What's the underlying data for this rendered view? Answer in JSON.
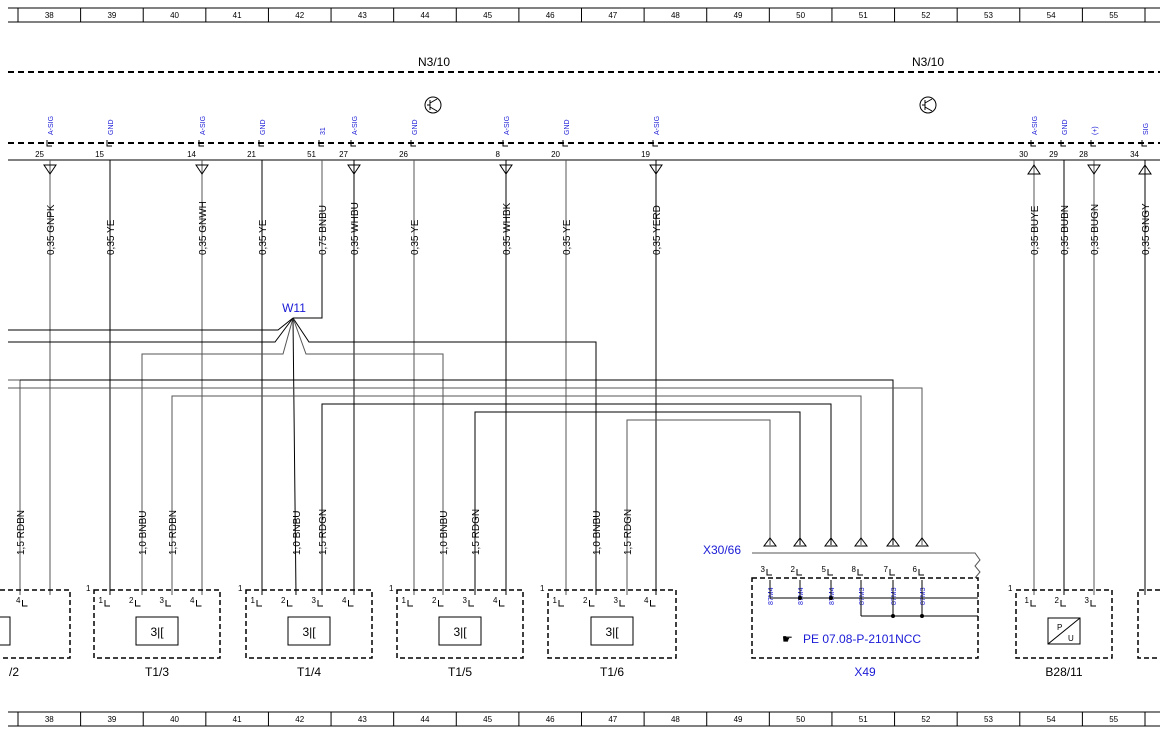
{
  "ruler": [
    "38",
    "39",
    "40",
    "41",
    "42",
    "43",
    "44",
    "45",
    "46",
    "47",
    "48",
    "49",
    "50",
    "51",
    "52",
    "53",
    "54",
    "55"
  ],
  "module_labels": [
    "N3/10",
    "N3/10"
  ],
  "top_pins": [
    {
      "sig": "A-SIG",
      "pin": "25",
      "wire": "0,35 GNPK",
      "arrow": "down"
    },
    {
      "sig": "GND",
      "pin": "15",
      "wire": "0,35 YE",
      "arrow": "none"
    },
    {
      "sig": "A-SIG",
      "pin": "14",
      "wire": "0,35 GNWH",
      "arrow": "down"
    },
    {
      "sig": "GND",
      "pin": "21",
      "wire": "0,35 YE",
      "arrow": "none"
    },
    {
      "sig": "31",
      "pin": "51",
      "wire": "0,75 BNBU",
      "arrow": "none"
    },
    {
      "sig": "A-SIG",
      "pin": "27",
      "wire": "0,35 WHBU",
      "arrow": "down"
    },
    {
      "sig": "GND",
      "pin": "26",
      "wire": "0,35 YE",
      "arrow": "none"
    },
    {
      "sig": "A-SIG",
      "pin": "8",
      "wire": "0,35 WHBK",
      "arrow": "down"
    },
    {
      "sig": "GND",
      "pin": "20",
      "wire": "0,35 YE",
      "arrow": "none"
    },
    {
      "sig": "A-SIG",
      "pin": "19",
      "wire": "0,35 YERD",
      "arrow": "down"
    },
    {
      "sig": "A-SIG",
      "pin": "30",
      "wire": "0,35 BUYE",
      "arrow": "up"
    },
    {
      "sig": "GND",
      "pin": "29",
      "wire": "0,35 BUBN",
      "arrow": "none"
    },
    {
      "sig": "(+)",
      "pin": "28",
      "wire": "0,35 BUGN",
      "arrow": "down"
    },
    {
      "sig": "SIG",
      "pin": "34",
      "wire": "0,35 GNGY",
      "arrow": "up"
    }
  ],
  "splice": "W11",
  "mid_wires": [
    "1,5 RDBN",
    "1,0 BNBU",
    "1,5 RDBN",
    "1,0 BNBU",
    "1,5 RDGN",
    "1,0 BNBU",
    "1,5 RDGN",
    "1,0 BNBU",
    "1,5 RDGN"
  ],
  "sensor_pins": [
    "1",
    "2",
    "3",
    "4"
  ],
  "sensors": [
    "/2",
    "T1/3",
    "T1/4",
    "T1/5",
    "T1/6"
  ],
  "connector": {
    "name": "X30/66",
    "pins": [
      "3",
      "2",
      "5",
      "8",
      "7",
      "6"
    ],
    "pin_sigs": [
      "87M4",
      "87M4",
      "87M4",
      "87M3",
      "87M3",
      "87M3"
    ],
    "reference": "PE 07.08-P-2101NCC",
    "label": "X49"
  },
  "b28": {
    "label": "B28/11",
    "pins": [
      "1",
      "2",
      "3"
    ],
    "symbol_top": "P",
    "symbol_bottom": "U"
  },
  "box_numbers": [
    "1"
  ]
}
